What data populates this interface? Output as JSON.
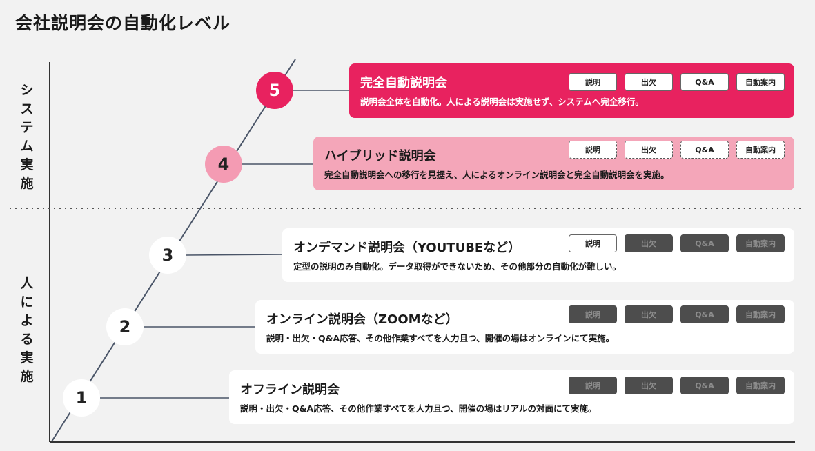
{
  "title": "会社説明会の自動化レベル",
  "axis_labels": {
    "system": "システム実施",
    "human": "人による実施"
  },
  "levels": [
    {
      "number": "5",
      "title": "完全自動説明会",
      "description": "説明会全体を自動化。人による説明会は実施せず、システムへ完全移行。",
      "tags": [
        {
          "label": "説明",
          "state": "on"
        },
        {
          "label": "出欠",
          "state": "on"
        },
        {
          "label": "Q&A",
          "state": "on"
        },
        {
          "label": "自動案内",
          "state": "on"
        }
      ]
    },
    {
      "number": "4",
      "title": "ハイブリッド説明会",
      "description": "完全自動説明会への移行を見据え、人によるオンライン説明会と完全自動説明会を実施。",
      "tags": [
        {
          "label": "説明",
          "state": "partial"
        },
        {
          "label": "出欠",
          "state": "partial"
        },
        {
          "label": "Q&A",
          "state": "partial"
        },
        {
          "label": "自動案内",
          "state": "partial"
        }
      ]
    },
    {
      "number": "3",
      "title": "オンデマンド説明会（YOUTUBEなど）",
      "description": "定型の説明のみ自動化。データ取得ができないため、その他部分の自動化が難しい。",
      "tags": [
        {
          "label": "説明",
          "state": "on"
        },
        {
          "label": "出欠",
          "state": "off"
        },
        {
          "label": "Q&A",
          "state": "off"
        },
        {
          "label": "自動案内",
          "state": "off"
        }
      ]
    },
    {
      "number": "2",
      "title": "オンライン説明会（ZOOMなど）",
      "description": "説明・出欠・Q&A応答、その他作業すべてを人力且つ、開催の場はオンラインにて実施。",
      "tags": [
        {
          "label": "説明",
          "state": "off"
        },
        {
          "label": "出欠",
          "state": "off"
        },
        {
          "label": "Q&A",
          "state": "off"
        },
        {
          "label": "自動案内",
          "state": "off"
        }
      ]
    },
    {
      "number": "1",
      "title": "オフライン説明会",
      "description": "説明・出欠・Q&A応答、その他作業すべてを人力且つ、開催の場はリアルの対面にて実施。",
      "tags": [
        {
          "label": "説明",
          "state": "off"
        },
        {
          "label": "出欠",
          "state": "off"
        },
        {
          "label": "Q&A",
          "state": "off"
        },
        {
          "label": "自動案内",
          "state": "off"
        }
      ]
    }
  ],
  "colors": {
    "accent": "#e8225f",
    "hybrid": "#f4a6b9",
    "disabled_tag": "#4d4d4d",
    "axis": "#333333",
    "connector": "#4a5568"
  }
}
